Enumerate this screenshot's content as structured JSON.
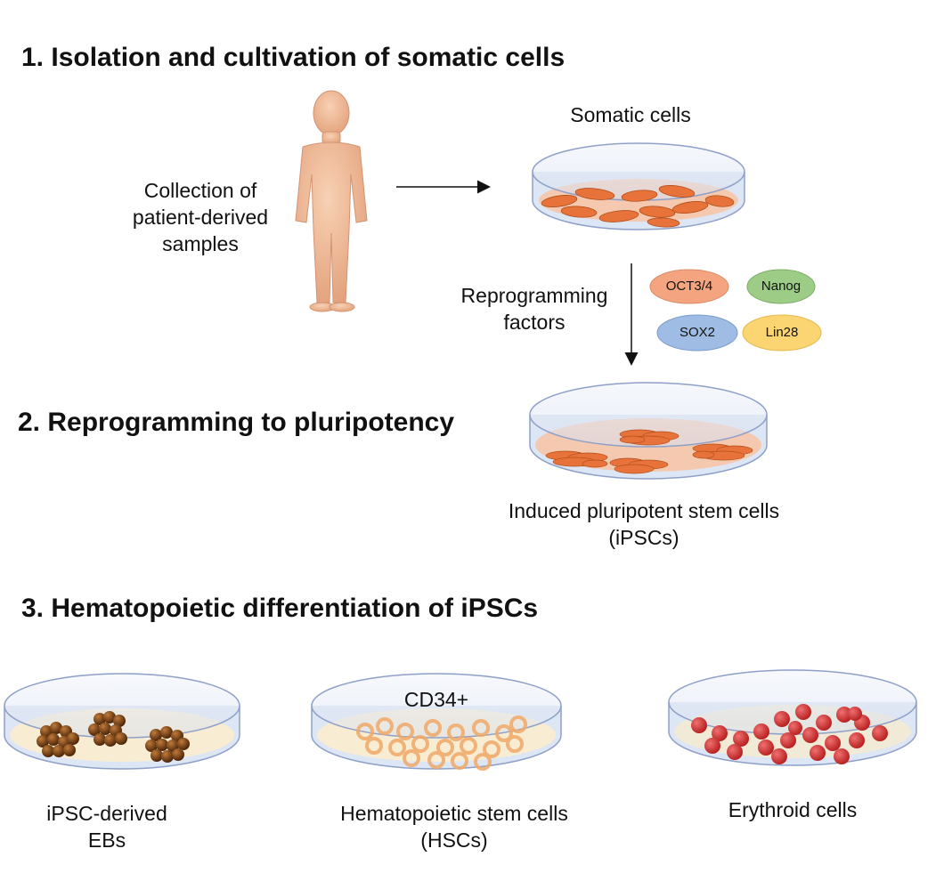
{
  "section1": {
    "title": "1. Isolation and cultivation of somatic cells"
  },
  "collection": {
    "line1": "Collection of",
    "line2": "patient-derived",
    "line3": "samples"
  },
  "somatic": {
    "label": "Somatic cells"
  },
  "reprogramming": {
    "line1": "Reprogramming",
    "line2": "factors"
  },
  "factors": [
    {
      "label": "OCT3/4",
      "color": "#f4a57f"
    },
    {
      "label": "Nanog",
      "color": "#9ccc86"
    },
    {
      "label": "SOX2",
      "color": "#9fbde4"
    },
    {
      "label": "Lin28",
      "color": "#fbd571"
    }
  ],
  "section2": {
    "title": "2. Reprogramming to pluripotency"
  },
  "ipsc": {
    "line1": "Induced pluripotent stem cells",
    "line2": "(iPSCs)"
  },
  "section3": {
    "title": "3. Hematopoietic differentiation of iPSCs"
  },
  "ebs": {
    "line1": "iPSC-derived",
    "line2": "EBs"
  },
  "hsc": {
    "marker": "CD34+",
    "line1": "Hematopoietic stem cells",
    "line2": "(HSCs)"
  },
  "erythroid": {
    "label": "Erythroid cells"
  },
  "colors": {
    "cell_orange": "#e8733a",
    "eb_brown": "#7a4418",
    "rbc_red": "#d62f2f",
    "dish_blue": "#dde6f4",
    "skin": "#f1b892"
  }
}
